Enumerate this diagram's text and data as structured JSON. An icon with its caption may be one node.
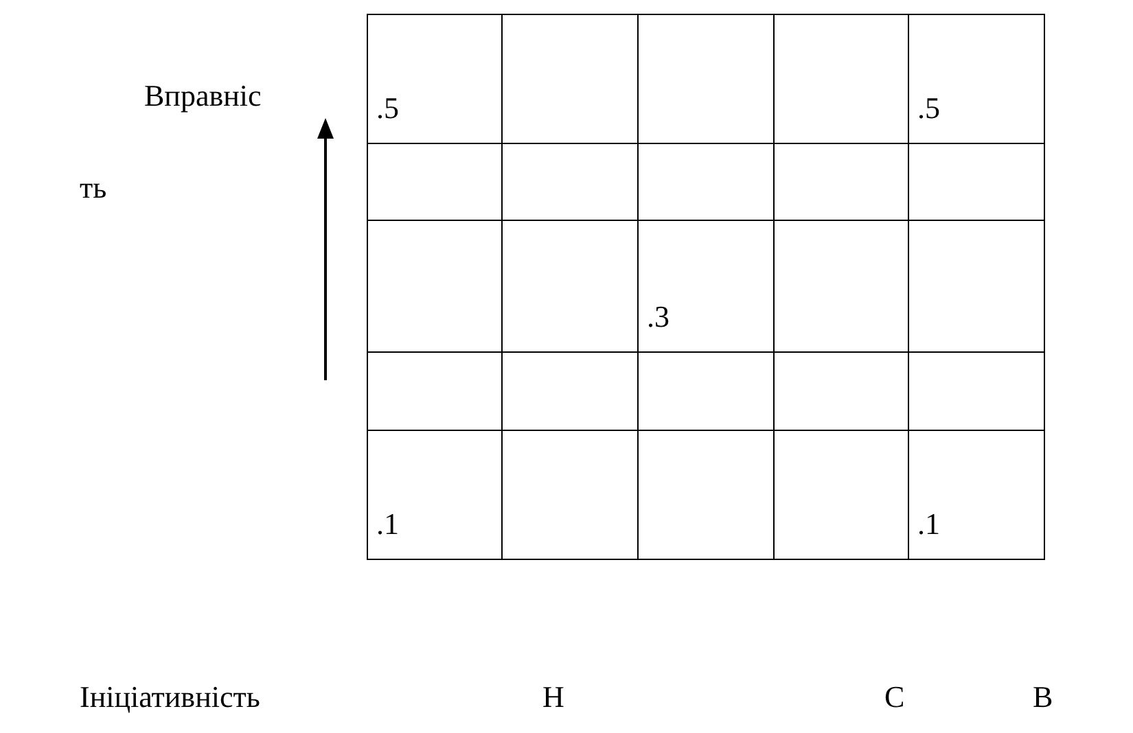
{
  "diagram": {
    "labels": [
      "Вправніс",
      ".5",
      ".5",
      "ть",
      ".3",
      ".1",
      ".1",
      "Ініціативність",
      "Н",
      "С",
      "В"
    ]
  }
}
